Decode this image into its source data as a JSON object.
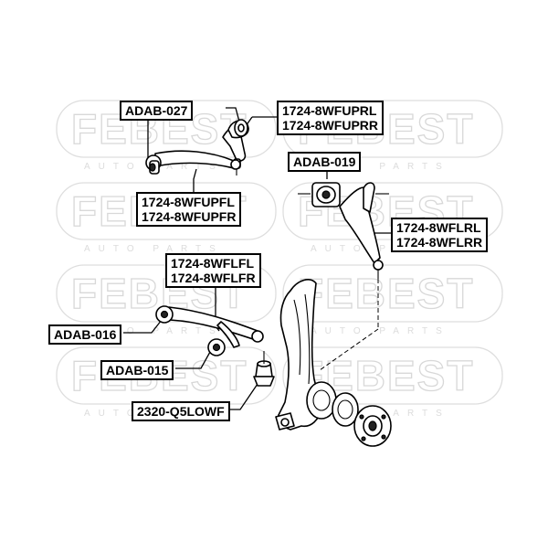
{
  "watermark": {
    "brand": "FEBEST",
    "subtitle": "AUTO PARTS"
  },
  "callouts": {
    "adab027": "ADAB-027",
    "upper_rear_arm": [
      "1724-8WFUPRL",
      "1724-8WFUPRR"
    ],
    "upper_front_arm": [
      "1724-8WFUPFL",
      "1724-8WFUPFR"
    ],
    "adab019": "ADAB-019",
    "lower_rear_arm": [
      "1724-8WFLRL",
      "1724-8WFLRR"
    ],
    "lower_front_arm": [
      "1724-8WFLFL",
      "1724-8WFLFR"
    ],
    "adab016": "ADAB-016",
    "adab015": "ADAB-015",
    "ball_joint": "2320-Q5LOWF"
  }
}
